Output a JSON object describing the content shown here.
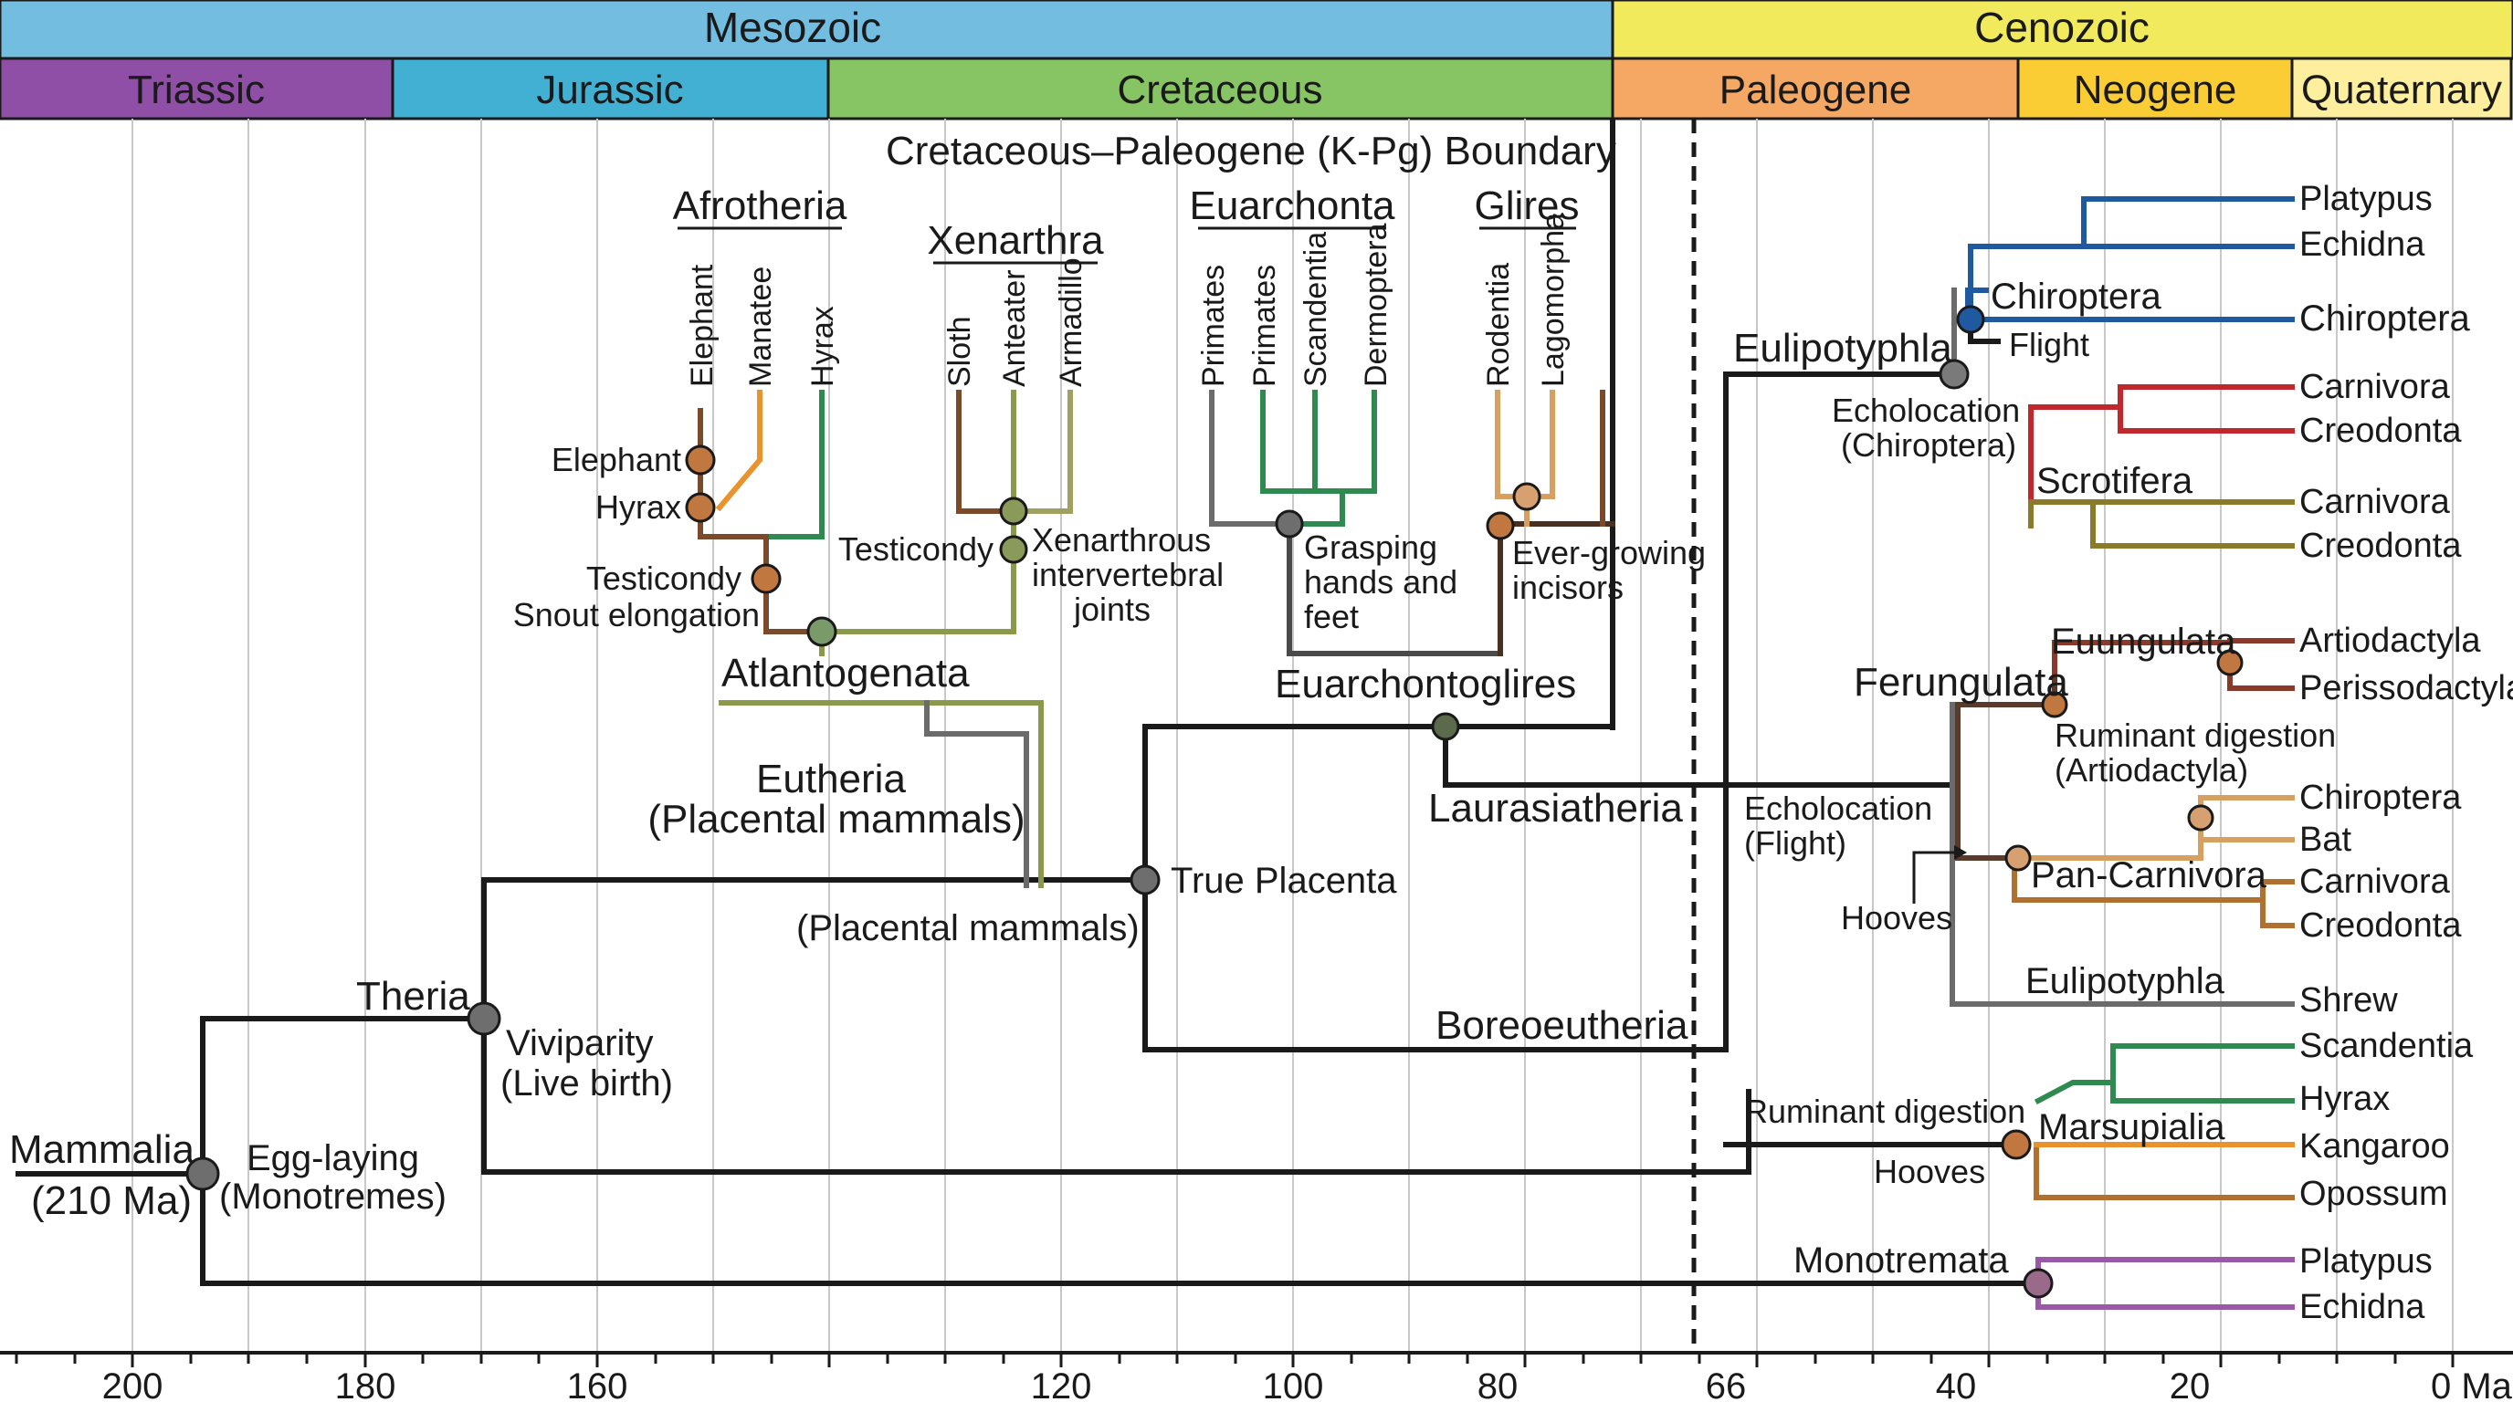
{
  "eras": [
    {
      "name": "Mesozoic",
      "color": "#72bde0"
    },
    {
      "name": "Cenozoic",
      "color": "#f1ea5d"
    }
  ],
  "periods": [
    {
      "name": "Triassic",
      "color": "#8f4fa6"
    },
    {
      "name": "Jurassic",
      "color": "#42b0d3"
    },
    {
      "name": "Cretaceous",
      "color": "#87c464"
    },
    {
      "name": "Paleogene",
      "color": "#f4a864"
    },
    {
      "name": "Neogene",
      "color": "#fbcd35"
    },
    {
      "name": "Quaternary",
      "color": "#fdef9d"
    }
  ],
  "axis": {
    "ticks": [
      "200",
      "180",
      "160",
      "120",
      "100",
      "80",
      "66",
      "40",
      "20",
      "0 Ma"
    ]
  },
  "boundary": {
    "label": "Cretaceous–Paleogene (K-Pg) Boundary"
  },
  "groups": {
    "afrotheria": "Afrotheria",
    "xenarthra": "Xenarthra",
    "euarchonta": "Euarchonta",
    "glires": "Glires"
  },
  "tip_labels_vertical": {
    "elephant": "Elephant",
    "manatee": "Manatee",
    "hyrax": "Hyrax",
    "sloth": "Sloth",
    "anteater": "Anteater",
    "armadillo": "Armadillo",
    "primates1": "Primates",
    "primates2": "Primates",
    "scandentia": "Scandentia",
    "dermoptera": "Dermoptera",
    "rodentia": "Rodentia",
    "lagomorpha": "Lagomorpha"
  },
  "node_labels": {
    "mammalia1": "Mammalia",
    "mammalia2": "(210 Ma)",
    "egg1": "Egg-laying",
    "egg2": "(Monotremes)",
    "theria": "Theria",
    "vivi1": "Viviparity",
    "vivi2": "(Live birth)",
    "true_placenta": "True Placenta",
    "placental_mammals": "(Placental mammals)",
    "eutheria1": "Eutheria",
    "eutheria2": "(Placental mammals)",
    "atlantogenata": "Atlantogenata",
    "elephant_node": "Elephant",
    "hyrax_node": "Hyrax",
    "testicondy_left": "Testicondy",
    "snout": "Snout elongation",
    "testicondy_x": "Testicondy",
    "xen1": "Xenarthrous",
    "xen2": "intervertebral",
    "xen3": "joints",
    "grasp1": "Grasping",
    "grasp2": "hands and",
    "grasp3": "feet",
    "ever1": "Ever-growing",
    "ever2": "incisors",
    "euarchontoglires": "Euarchontoglires",
    "laurasiatheria": "Laurasiatheria",
    "boreoeutheria": "Boreoeutheria",
    "eulipotyphla_top": "Eulipotyphla",
    "echo_ch1": "Echolocation",
    "echo_ch2": "(Chiroptera)",
    "chiroptera_node": "Chiroptera",
    "flight": "Flight",
    "scrotifera": "Scrotifera",
    "euungulata": "Euungulata",
    "ferungulata": "Ferungulata",
    "ruminant1": "Ruminant digestion",
    "ruminant2": "(Artiodactyla)",
    "echo_fl1": "Echolocation",
    "echo_fl2": "(Flight)",
    "hooves_mid": "Hooves",
    "pancarnivora": "Pan-Carnivora",
    "eulipotyphla_low": "Eulipotyphla",
    "ruminant_low": "Ruminant digestion",
    "hooves_low": "Hooves",
    "marsupialia": "Marsupialia",
    "monotremata": "Monotremata"
  },
  "tips_right": [
    "Platypus",
    "Echidna",
    "Chiroptera",
    "Carnivora",
    "Creodonta",
    "Carnivora",
    "Creodonta",
    "Artiodactyla",
    "Perissodactyla",
    "Chiroptera",
    "Bat",
    "Carnivora",
    "Creodonta",
    "Shrew",
    "Scandentia",
    "Hyrax",
    "Kangaroo",
    "Opossum",
    "Platypus",
    "Echidna"
  ],
  "colors": {
    "black": "#1a1a1a",
    "brown": "#7a4a2a",
    "orange": "#e8932e",
    "green": "#2e8a4e",
    "olive": "#8a9a4a",
    "gray": "#6b6b6b",
    "blue": "#1f5aa0",
    "red": "#c0282d",
    "tan": "#d7a060",
    "purple": "#9a58a8",
    "node_gray": "#6e6e6e",
    "node_brown": "#c07840",
    "node_olive": "#8a9a5a"
  }
}
